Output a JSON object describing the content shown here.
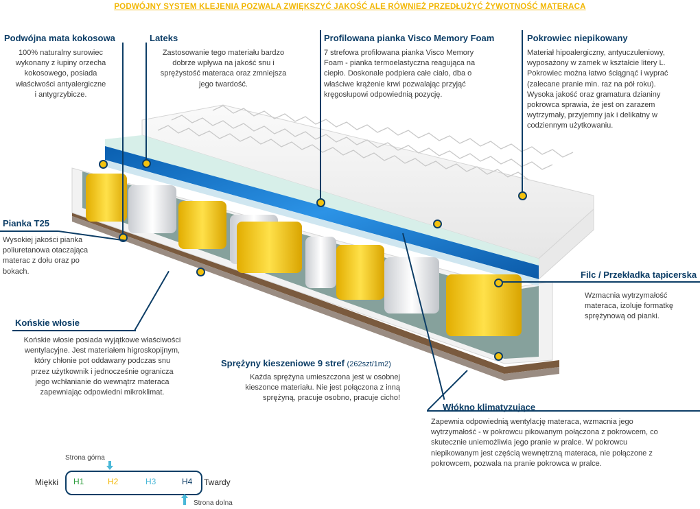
{
  "header": "PODWÓJNY SYSTEM KLEJENIA POZWALA ZWIĘKSZYĆ JAKOŚĆ ALE RÓWNIEŻ PRZEDŁUŻYĆ ŻYWOTNOŚĆ MATERACA",
  "features": {
    "kokos": {
      "title": "Podwójna mata kokosowa",
      "lines": [
        "100% naturalny surowiec",
        "wykonany z łupiny orzecha",
        "kokosowego, posiada",
        "właściwości antyalergiczne",
        "i antygrzybicze."
      ]
    },
    "lateks": {
      "title": "Lateks",
      "lines": [
        "Zastosowanie tego materiału bardzo",
        "dobrze  wpływa na jakość snu i",
        "sprężystość materaca oraz zmniejsza",
        "jego twardość."
      ]
    },
    "visco": {
      "title": "Profilowana pianka Visco Memory Foam",
      "lines": [
        "7 strefowa profilowana pianka Visco Memory",
        "Foam - pianka termoelastyczna reagująca na",
        "ciepło.  Doskonale podpiera całe ciało, dba o",
        "właściwe  krążenie  krwi  pozwalając  przyjąć",
        "kręgosłupowi odpowiednią pozycję."
      ]
    },
    "pokrowiec": {
      "title": "Pokrowiec  niepikowany",
      "lines": [
        "Materiał hipoalergiczny, antyuczuleniowy,",
        "wyposażony w zamek w kształcie litery L.",
        "Pokrowiec można łatwo ściągnąć i wyprać",
        "(zalecane pranie min.  raz na pół roku).",
        "Wysoka jakość oraz gramatura dzianiny",
        "pokrowca sprawia, że jest on zarazem",
        "wytrzymały, przyjemny jak i delikatny w",
        "codziennym użytkowaniu."
      ]
    },
    "pianka": {
      "title": "Pianka T25",
      "lines": [
        "Wysokiej jakości pianka",
        "poliuretanowa otaczająca",
        "materac z dołu oraz po",
        "bokach."
      ]
    },
    "filc": {
      "title": "Filc / Przekładka tapicerska",
      "lines": [
        "Wzmacnia wytrzymałość",
        "materaca, izoluje formatkę",
        "sprężynową od pianki."
      ]
    },
    "wlosie": {
      "title": "Końskie włosie",
      "lines": [
        "Końskie włosie posiada wyjątkowe właściwości",
        "wentylacyjne. Jest materiałem higroskopijnym,",
        "który chłonie pot oddawany podczas snu",
        "przez użytkownik i jednocześnie ogranicza",
        "jego wchłanianie do wewnątrz materaca",
        "zapewniając odpowiedni mikroklimat."
      ]
    },
    "sprezyny": {
      "title": "Sprężyny kieszeniowe 9 stref",
      "subtitle": "(262szt/1m2)",
      "lines": [
        "Każda sprężyna umieszczona jest w osobnej",
        "kieszonce materiału. Nie jest połączona z inną",
        "sprężyną, pracuje osobno, pracuje cicho!"
      ]
    },
    "wlokno": {
      "title": "Włókno klimatyzujące",
      "lines": [
        "Zapewnia odpowiednią wentylację materaca, wzmacnia jego",
        "wytrzymałość - w pokrowcu pikowanym połączona z pokrowcem, co",
        "skutecznie uniemożliwia jego pranie w pralce. W pokrowcu",
        "niepikowanym jest częścią wewnętrzną materaca, nie połączone z",
        "pokrowcem, pozwala na pranie pokrowca w pralce."
      ]
    }
  },
  "scale": {
    "top_side": "Strona górna",
    "bottom_side": "Strona dolna",
    "soft": "Miękki",
    "hard": "Twardy",
    "levels": [
      {
        "label": "H1",
        "color": "#2e9e3e"
      },
      {
        "label": "H2",
        "color": "#f2b705"
      },
      {
        "label": "H3",
        "color": "#4ab8d8"
      },
      {
        "label": "H4",
        "color": "#0c3d66"
      }
    ]
  },
  "colors": {
    "accent": "#0c3d66",
    "yellow": "#f4c20d",
    "blue": "#1d7fd1"
  }
}
